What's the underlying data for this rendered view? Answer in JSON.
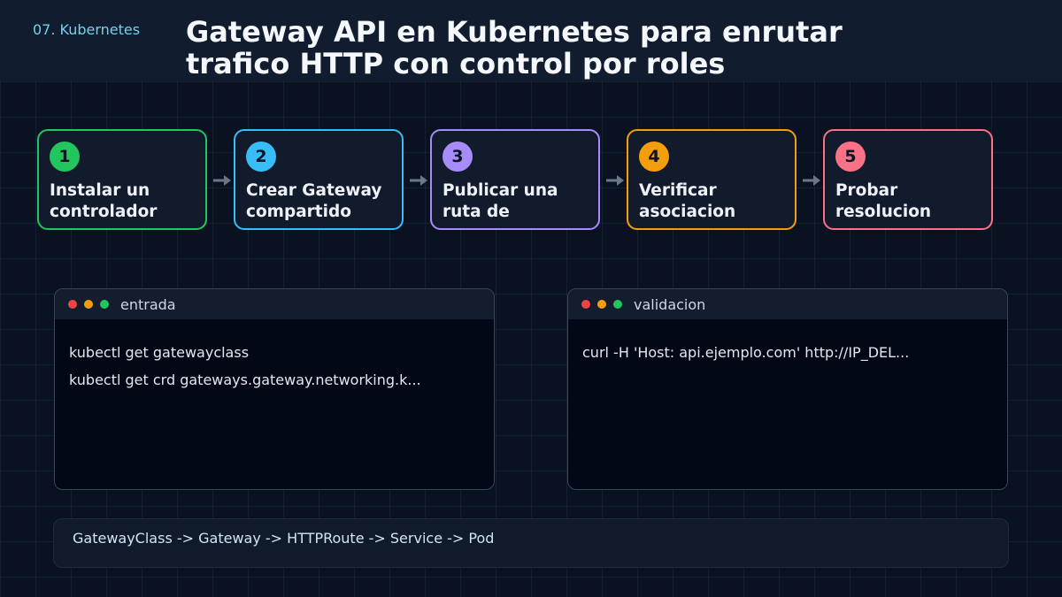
{
  "header": {
    "section": "07. Kubernetes",
    "title_line1": "Gateway API en Kubernetes para enrutar",
    "title_line2": "trafico HTTP con control por roles"
  },
  "steps": [
    {
      "num": "1",
      "label": "Instalar un controlador",
      "color": "#22c55e"
    },
    {
      "num": "2",
      "label": "Crear Gateway compartido",
      "color": "#38bdf8"
    },
    {
      "num": "3",
      "label": "Publicar una ruta de",
      "color": "#a78bfa"
    },
    {
      "num": "4",
      "label": "Verificar asociacion",
      "color": "#f59e0b"
    },
    {
      "num": "5",
      "label": "Probar resolucion",
      "color": "#fb7185"
    }
  ],
  "terminals": [
    {
      "name": "entrada",
      "lines": [
        "kubectl get gatewayclass",
        "kubectl get crd gateways.gateway.networking.k..."
      ]
    },
    {
      "name": "validacion",
      "lines": [
        "curl -H 'Host: api.ejemplo.com' http://IP_DEL..."
      ]
    }
  ],
  "flow": {
    "text": "GatewayClass -> Gateway -> HTTPRoute -> Service -> Pod"
  },
  "colors": {
    "dot_red": "#ef4444",
    "dot_yellow": "#f59e0b",
    "dot_green": "#22c55e",
    "arrow": "#6b7688"
  }
}
